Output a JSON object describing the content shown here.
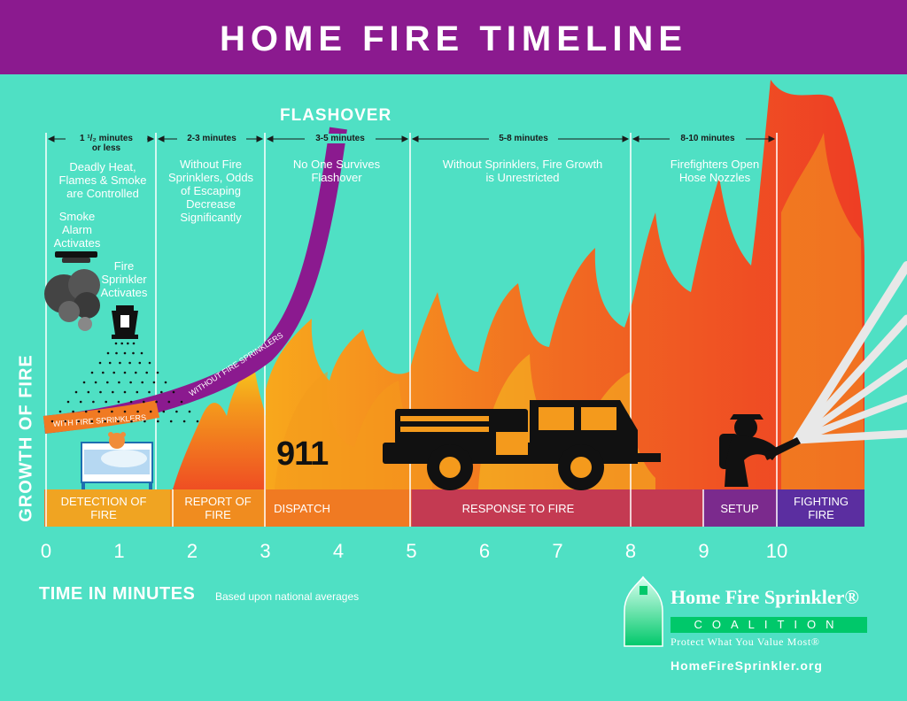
{
  "title": "HOME FIRE TIMELINE",
  "flashover_label": "FLASHOVER",
  "durations": [
    "1 1/2 minutes or less",
    "2-3 minutes",
    "3-5 minutes",
    "5-8 minutes",
    "8-10 minutes"
  ],
  "duration_parts": {
    "first_line": "1 ¹/₂ minutes",
    "first_sub": "or less"
  },
  "descriptions": [
    "Deadly Heat, Flames & Smoke are Controlled",
    "Without Fire Sprinklers, Odds of Escaping Decrease Significantly",
    "No One Survives Flashover",
    "Without Sprinklers, Fire Growth is Unrestricted",
    "Firefighters Open Hose Nozzles"
  ],
  "events": {
    "smoke_alarm": "Smoke Alarm Activates",
    "sprinkler": "Fire Sprinkler Activates"
  },
  "curves": {
    "with_sprinklers": "WITH FIRE SPRINKLERS",
    "without_sprinklers": "WITHOUT FIRE SPRINKLERS"
  },
  "emergency_number": "911",
  "stages": [
    {
      "label": "DETECTION OF FIRE",
      "from": 0,
      "to": 1.7,
      "color": "#f0a422"
    },
    {
      "label": "REPORT OF FIRE",
      "from": 1.7,
      "to": 3,
      "color": "#f08c1f"
    },
    {
      "label": "DISPATCH",
      "from": 3,
      "to": 5,
      "color": "#f07a22"
    },
    {
      "label": "RESPONSE TO FIRE",
      "from": 5,
      "to": 9,
      "color": "#c43a52"
    },
    {
      "label": "SETUP",
      "from": 9,
      "to": 10,
      "color": "#7b2a8d"
    },
    {
      "label": "FIGHTING FIRE",
      "from": 10,
      "to": 11.2,
      "color": "#5b2ea0"
    }
  ],
  "axis": {
    "ticks": [
      "0",
      "1",
      "2",
      "3",
      "4",
      "5",
      "6",
      "7",
      "8",
      "9",
      "10"
    ],
    "x_label": "TIME IN MINUTES",
    "x_note": "Based upon national averages",
    "y_label": "GROWTH OF FIRE"
  },
  "logo": {
    "name": "Home Fire Sprinkler®",
    "coalition": "COALITION",
    "tagline": "Protect What You Value Most®",
    "url": "HomeFireSprinkler.org"
  },
  "colors": {
    "background": "#4fe0c4",
    "banner": "#8b1a8f",
    "with_curve": "#f07a22",
    "without_curve": "#8b1a8f",
    "flame_outer": "#f7d21e",
    "flame_mid": "#f49a1c",
    "flame_inner": "#ef4e23",
    "logo_green": "#00c86a"
  }
}
